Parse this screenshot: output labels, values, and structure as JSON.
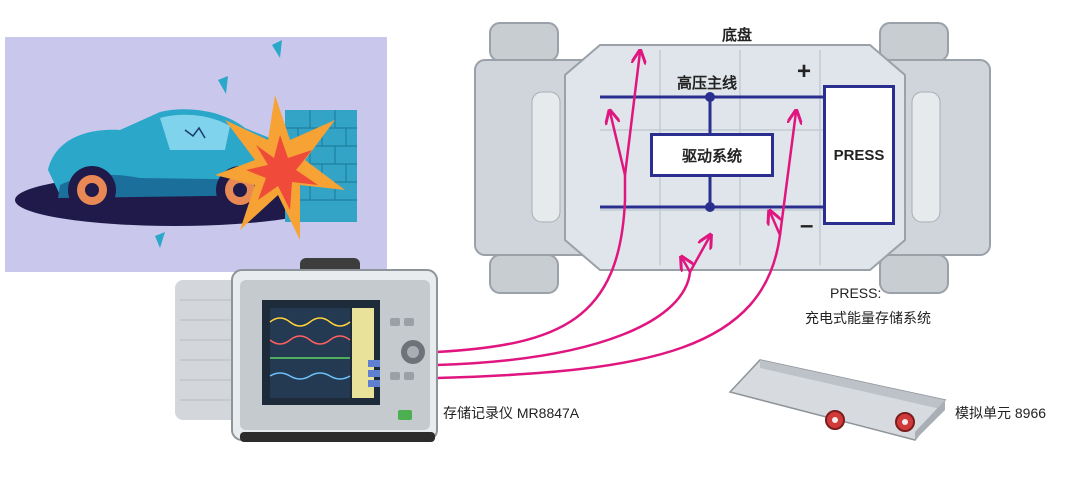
{
  "chassis": {
    "title": "底盘",
    "bus_label": "高压主线",
    "plus": "+",
    "minus": "–",
    "drive_system": "驱动系统",
    "press": "PRESS"
  },
  "legend": {
    "press_term": "PRESS:",
    "press_desc": "充电式能量存储系统"
  },
  "devices": {
    "recorder": "存储记录仪 MR8847A",
    "analog_unit": "模拟单元 8966"
  },
  "colors": {
    "bus_line": "#2a2f8f",
    "probe_line": "#e0157f",
    "chassis_fill": "#d9dfe3",
    "illustration_bg": "#c9c8ec"
  }
}
